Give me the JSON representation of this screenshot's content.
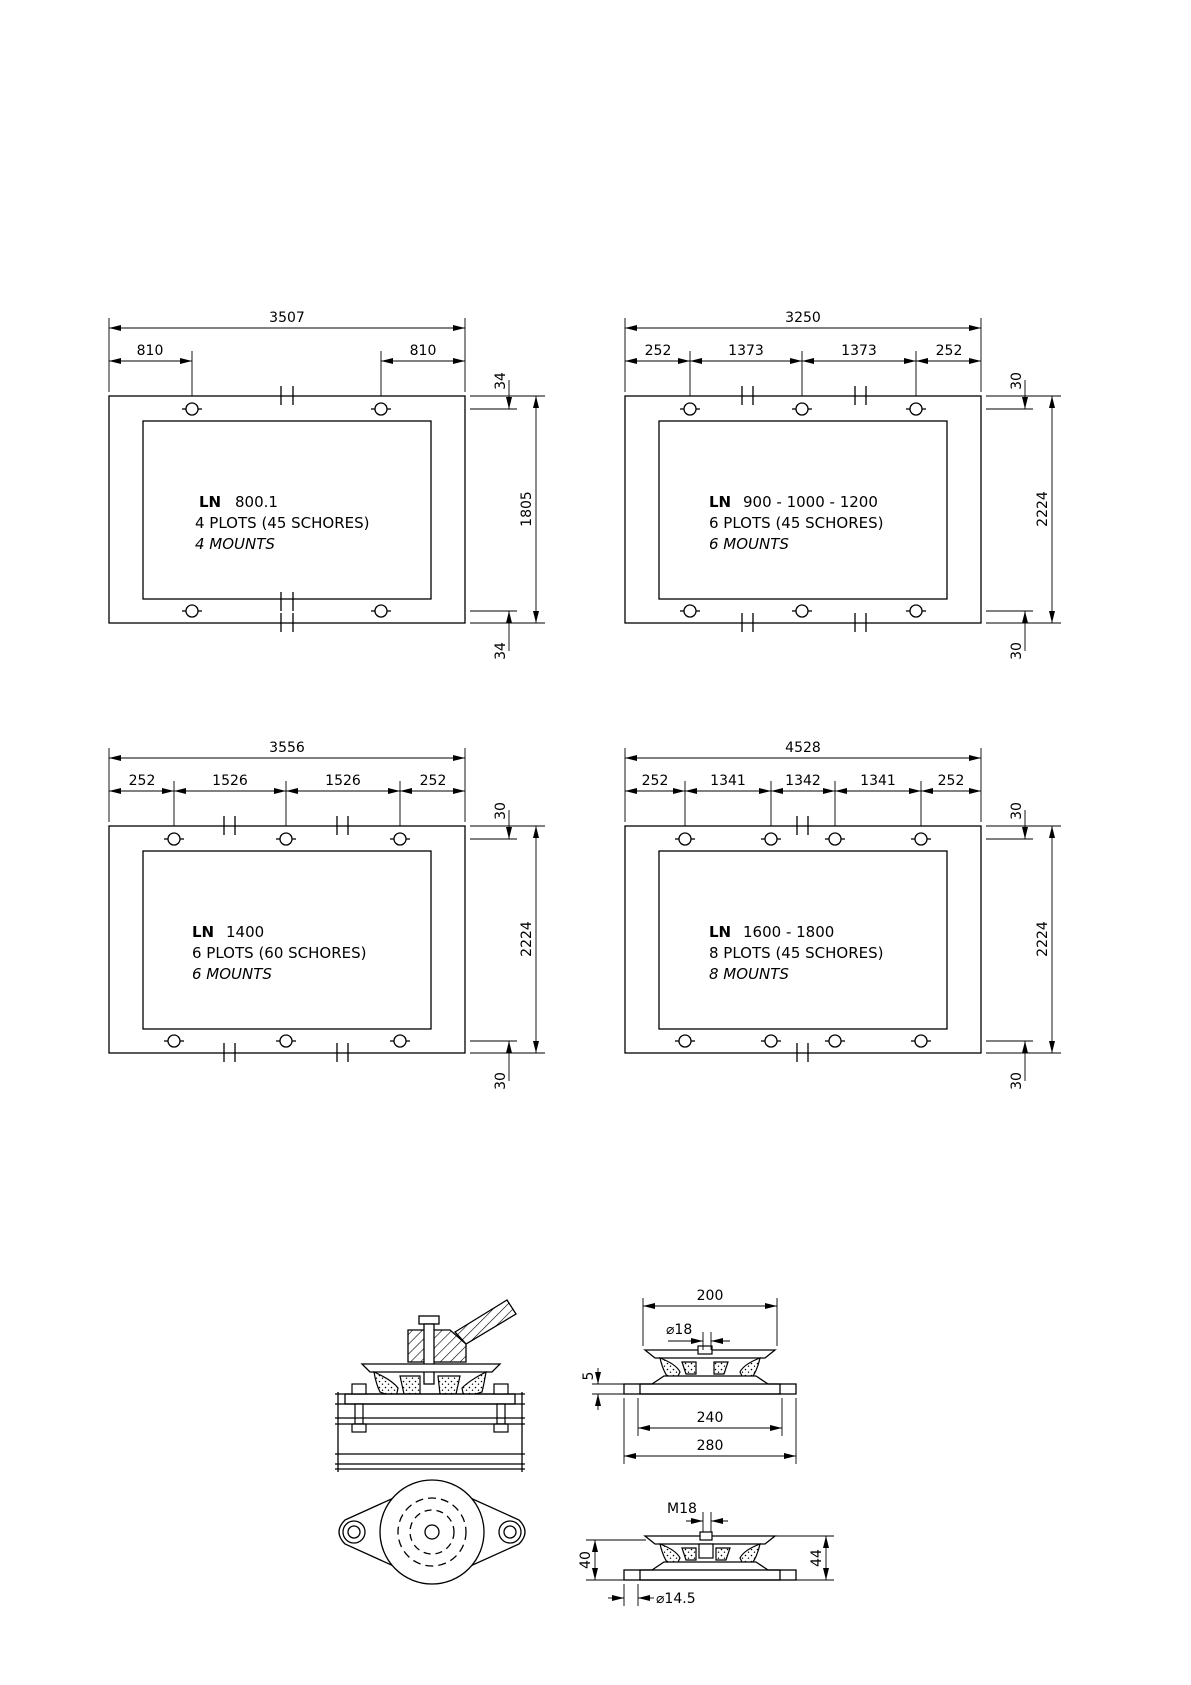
{
  "plans": [
    {
      "id": "ln800",
      "total": "3507",
      "segments": [
        "810",
        "810"
      ],
      "height": "1805",
      "edge_top": "34",
      "edge_bottom": "34",
      "label_ln": "LN",
      "model": "800.1",
      "plots": "4  PLOTS (45  SCHORES)",
      "mounts": "4  MOUNTS"
    },
    {
      "id": "ln900",
      "total": "3250",
      "segments": [
        "252",
        "1373",
        "1373",
        "252"
      ],
      "height": "2224",
      "edge_top": "30",
      "edge_bottom": "30",
      "label_ln": "LN",
      "model": "900 - 1000 - 1200",
      "plots": "6  PLOTS (45  SCHORES)",
      "mounts": "6  MOUNTS"
    },
    {
      "id": "ln1400",
      "total": "3556",
      "segments": [
        "252",
        "1526",
        "1526",
        "252"
      ],
      "height": "2224",
      "edge_top": "30",
      "edge_bottom": "30",
      "label_ln": "LN",
      "model": "1400",
      "plots": "6  PLOTS (60  SCHORES)",
      "mounts": "6  MOUNTS"
    },
    {
      "id": "ln1600",
      "total": "4528",
      "segments": [
        "252",
        "1341",
        "1342",
        "1341",
        "252"
      ],
      "height": "2224",
      "edge_top": "30",
      "edge_bottom": "30",
      "label_ln": "LN",
      "model": "1600 - 1800",
      "plots": "8  PLOTS (45  SCHORES)",
      "mounts": "8  MOUNTS"
    }
  ],
  "mount_detail": {
    "width_top": "200",
    "hole_dia": "⌀18",
    "plate_thickness": "5",
    "hole_spacing": "240",
    "base_length": "280",
    "thread": "M18",
    "height_free": "40",
    "height_total": "44",
    "bolt_hole": "⌀14.5"
  }
}
